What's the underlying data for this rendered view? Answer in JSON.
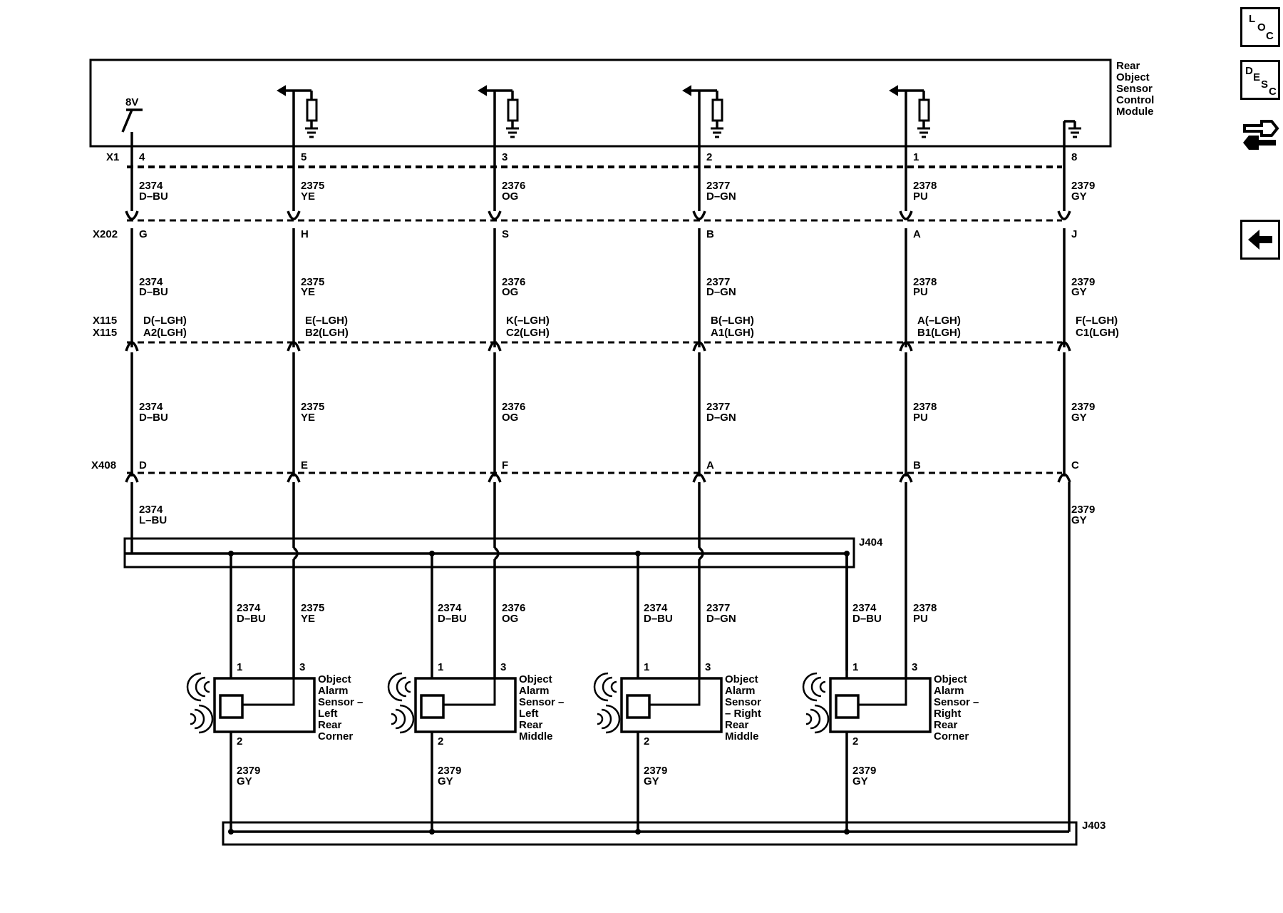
{
  "module_name": [
    "Rear",
    "Object",
    "Sensor",
    "Control",
    "Module"
  ],
  "power_label": "8V",
  "connectors": {
    "x1": "X1",
    "x202": "X202",
    "x115a": "X115",
    "x115b": "X115",
    "x408": "X408",
    "j404": "J404",
    "j403": "J403"
  },
  "circuits": [
    {
      "pin_x1": "4",
      "c1": "2374",
      "k1": "D–BU",
      "pin_x202": "G",
      "c2": "2374",
      "k2": "D–BU",
      "pin_x115a": "D(–LGH)",
      "pin_x115b": "A2(LGH)",
      "c3": "2374",
      "k3": "D–BU",
      "pin_x408": "D",
      "c4": "2374",
      "k4": "L–BU"
    },
    {
      "pin_x1": "5",
      "c1": "2375",
      "k1": "YE",
      "pin_x202": "H",
      "c2": "2375",
      "k2": "YE",
      "pin_x115a": "E(–LGH)",
      "pin_x115b": "B2(LGH)",
      "c3": "2375",
      "k3": "YE",
      "pin_x408": "E"
    },
    {
      "pin_x1": "3",
      "c1": "2376",
      "k1": "OG",
      "pin_x202": "S",
      "c2": "2376",
      "k2": "OG",
      "pin_x115a": "K(–LGH)",
      "pin_x115b": "C2(LGH)",
      "c3": "2376",
      "k3": "OG",
      "pin_x408": "F"
    },
    {
      "pin_x1": "2",
      "c1": "2377",
      "k1": "D–GN",
      "pin_x202": "B",
      "c2": "2377",
      "k2": "D–GN",
      "pin_x115a": "B(–LGH)",
      "pin_x115b": "A1(LGH)",
      "c3": "2377",
      "k3": "D–GN",
      "pin_x408": "A"
    },
    {
      "pin_x1": "1",
      "c1": "2378",
      "k1": "PU",
      "pin_x202": "A",
      "c2": "2378",
      "k2": "PU",
      "pin_x115a": "A(–LGH)",
      "pin_x115b": "B1(LGH)",
      "c3": "2378",
      "k3": "PU",
      "pin_x408": "B"
    },
    {
      "pin_x1": "8",
      "c1": "2379",
      "k1": "GY",
      "pin_x202": "J",
      "c2": "2379",
      "k2": "GY",
      "pin_x115a": "F(–LGH)",
      "pin_x115b": "C1(LGH)",
      "c3": "2379",
      "k3": "GY",
      "pin_x408": "C",
      "c4": "2379",
      "k4": "GY"
    }
  ],
  "sensors": [
    {
      "name": [
        "Object",
        "Alarm",
        "Sensor –",
        "Left",
        "Rear",
        "Corner"
      ],
      "pin1": "1",
      "pin3": "3",
      "pin2": "2",
      "w1_c": "2374",
      "w1_k": "D–BU",
      "w3_c": "2375",
      "w3_k": "YE",
      "w2_c": "2379",
      "w2_k": "GY"
    },
    {
      "name": [
        "Object",
        "Alarm",
        "Sensor –",
        "Left",
        "Rear",
        "Middle"
      ],
      "pin1": "1",
      "pin3": "3",
      "pin2": "2",
      "w1_c": "2374",
      "w1_k": "D–BU",
      "w3_c": "2376",
      "w3_k": "OG",
      "w2_c": "2379",
      "w2_k": "GY"
    },
    {
      "name": [
        "Object",
        "Alarm",
        "Sensor",
        "– Right",
        "Rear",
        "Middle"
      ],
      "pin1": "1",
      "pin3": "3",
      "pin2": "2",
      "w1_c": "2374",
      "w1_k": "D–BU",
      "w3_c": "2377",
      "w3_k": "D–GN",
      "w2_c": "2379",
      "w2_k": "GY"
    },
    {
      "name": [
        "Object",
        "Alarm",
        "Sensor –",
        "Right",
        "Rear",
        "Corner"
      ],
      "pin1": "1",
      "pin3": "3",
      "pin2": "2",
      "w1_c": "2374",
      "w1_k": "D–BU",
      "w3_c": "2378",
      "w3_k": "PU",
      "w2_c": "2379",
      "w2_k": "GY"
    }
  ],
  "sidebar": {
    "loc": [
      "L",
      "O",
      "C"
    ],
    "desc": [
      "D",
      "E",
      "S",
      "C"
    ],
    "tools_icon": "connector-tools-icon",
    "back_icon": "left-arrow-icon"
  }
}
